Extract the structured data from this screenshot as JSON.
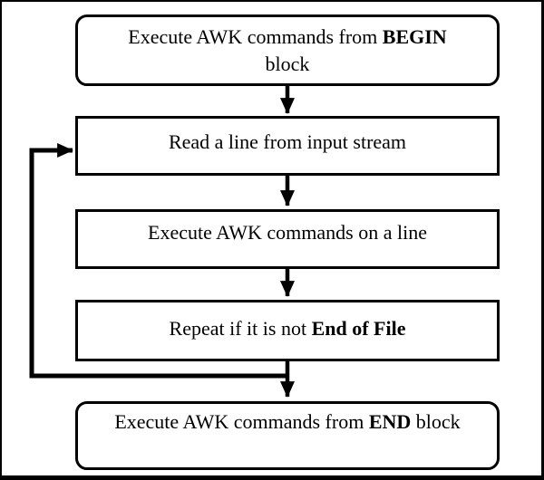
{
  "colors": {
    "stroke": "#000000",
    "fill": "#ffffff",
    "text": "#000000"
  },
  "diagram": {
    "type": "flowchart",
    "nodes": {
      "begin": {
        "shape": "rounded-rectangle",
        "line1_prefix": "Execute AWK commands from ",
        "line1_bold": "BEGIN",
        "line2": "block"
      },
      "read": {
        "shape": "rectangle",
        "label": "Read a line from input stream"
      },
      "exec": {
        "shape": "rectangle",
        "label": "Execute AWK commands on a line"
      },
      "repeat": {
        "shape": "rectangle",
        "prefix": "Repeat if it is not ",
        "bold": "End of File"
      },
      "end": {
        "shape": "rounded-rectangle",
        "prefix": "Execute AWK commands from ",
        "bold": "END",
        "suffix": " block"
      }
    },
    "edges": [
      {
        "from": "begin",
        "to": "read",
        "style": "arrow-down"
      },
      {
        "from": "read",
        "to": "exec",
        "style": "arrow-down"
      },
      {
        "from": "exec",
        "to": "repeat",
        "style": "arrow-down"
      },
      {
        "from": "repeat",
        "to": "end",
        "style": "arrow-down"
      },
      {
        "from": "repeat",
        "to": "read",
        "style": "loop-back-left"
      }
    ]
  }
}
